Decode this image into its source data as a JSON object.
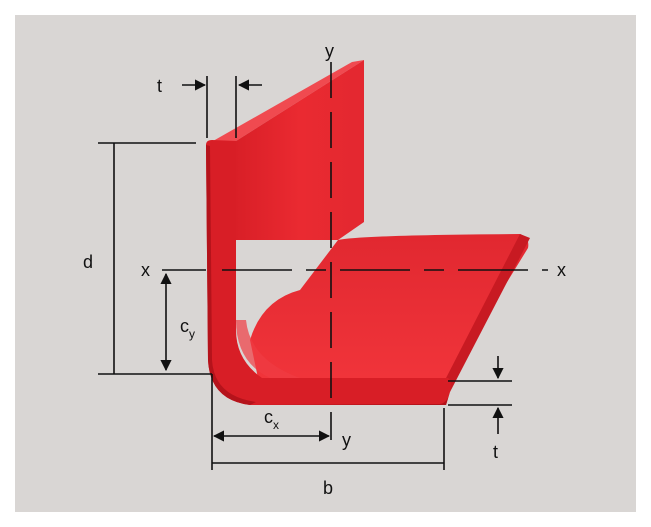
{
  "labels": {
    "t_top": "t",
    "y_top": "y",
    "d": "d",
    "x_left": "x",
    "x_right": "x",
    "c_y_main": "c",
    "c_y_sub": "y",
    "c_x_main": "c",
    "c_x_sub": "x",
    "y_bottom": "y",
    "t_bottom": "t",
    "b": "b"
  },
  "colors": {
    "background": "#d9d6d4",
    "frame": "#ffffff",
    "angle_face": "#e8262e",
    "angle_side": "#b8141c",
    "angle_top": "#f2545a",
    "line": "#111111"
  }
}
